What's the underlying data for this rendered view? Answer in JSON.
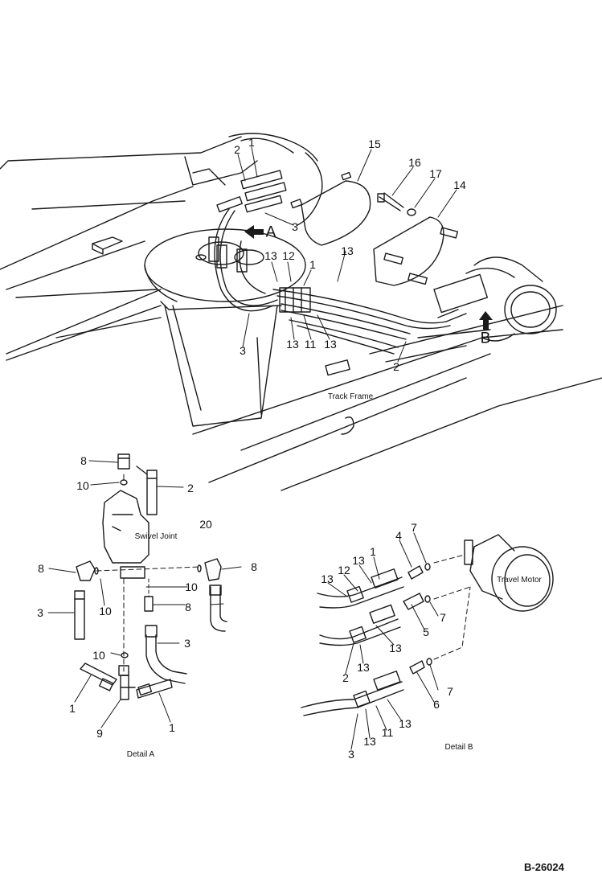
{
  "figure": {
    "code": "B-26024",
    "view_labels": {
      "a": "A",
      "b": "B"
    },
    "track_frame": "Track Frame",
    "swivel_joint": "Swivel Joint",
    "travel_motor": "Travel Motor",
    "detail_a": "Detail A",
    "detail_b": "Detail B"
  },
  "callouts": {
    "main": [
      "1",
      "2",
      "3",
      "15",
      "16",
      "17",
      "14",
      "13",
      "12",
      "13",
      "1",
      "13",
      "11",
      "13",
      "3",
      "2"
    ],
    "detail_a": [
      "8",
      "10",
      "2",
      "20",
      "8",
      "8",
      "3",
      "10",
      "10",
      "8",
      "3",
      "10",
      "1",
      "9",
      "1"
    ],
    "detail_b": [
      "7",
      "4",
      "1",
      "13",
      "12",
      "13",
      "7",
      "5",
      "13",
      "2",
      "13",
      "6",
      "7",
      "3",
      "13",
      "11",
      "13"
    ]
  },
  "colors": {
    "line": "#1a1a1a",
    "background": "#ffffff"
  }
}
